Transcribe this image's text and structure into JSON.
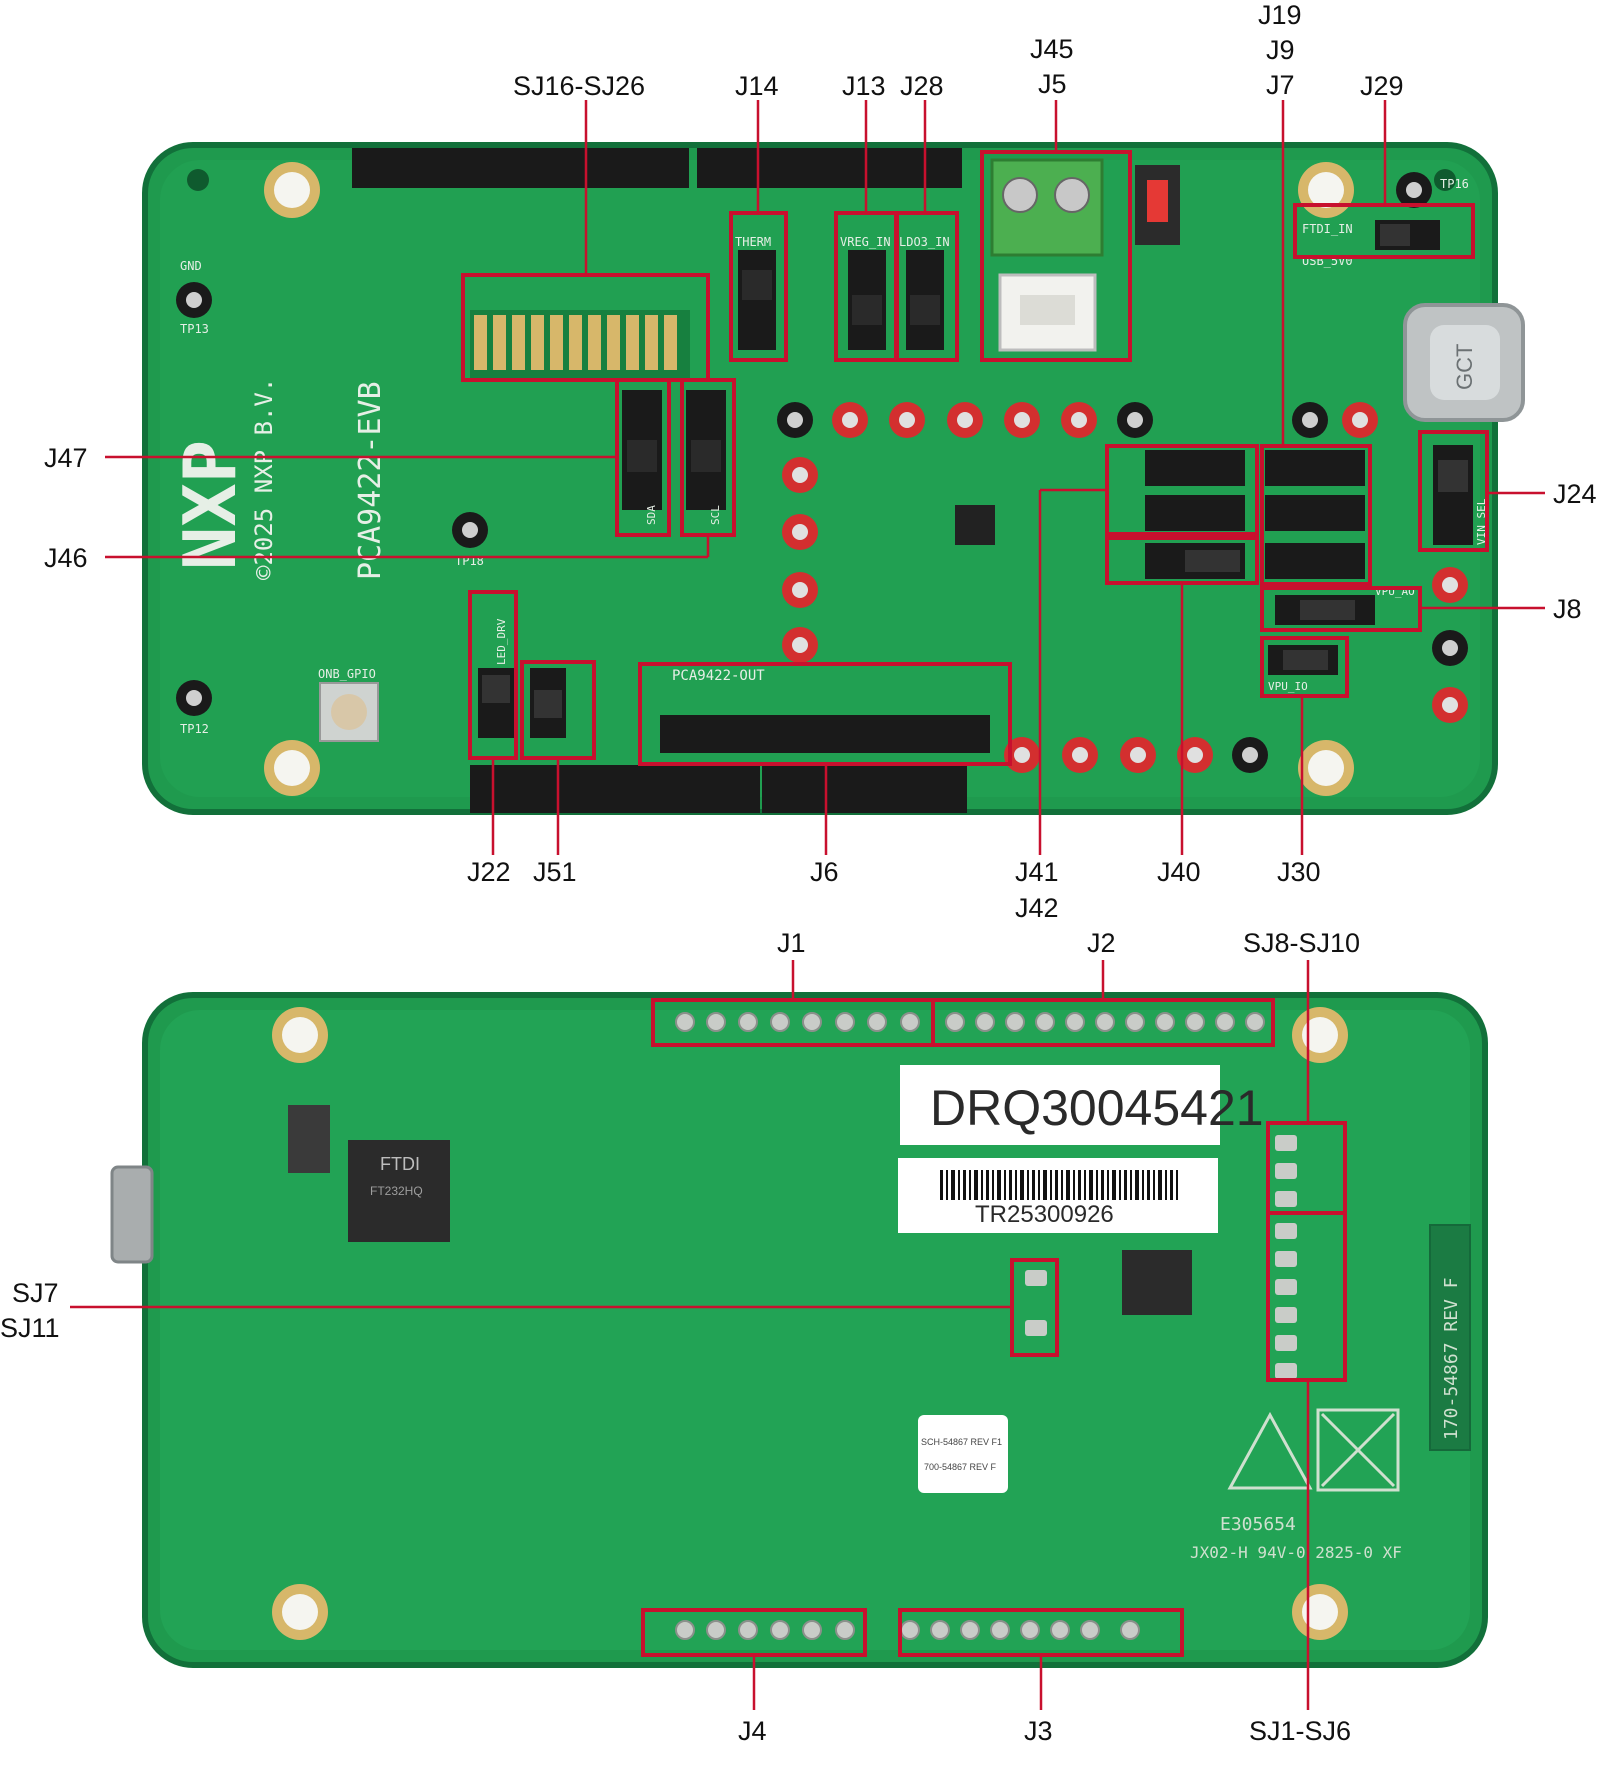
{
  "colors": {
    "pcb": "#1f9a4e",
    "pcb_dark": "#17803f",
    "pcb_edge": "#12703a",
    "highlight": "#c8102e",
    "label_text": "#111111",
    "silkscreen": "#e6efe6",
    "pad_gold": "#d7b76a",
    "header_black": "#1a1a1a"
  },
  "top_board": {
    "callouts": {
      "sj16_sj26": "SJ16-SJ26",
      "j14": "J14",
      "j13": "J13",
      "j28": "J28",
      "j45": "J45",
      "j5": "J5",
      "j19": "J19",
      "j9": "J9",
      "j7": "J7",
      "j29": "J29",
      "j47": "J47",
      "j46": "J46",
      "j24": "J24",
      "j8": "J8",
      "j22": "J22",
      "j51": "J51",
      "j6": "J6",
      "j41": "J41",
      "j42": "J42",
      "j40": "J40",
      "j30": "J30"
    },
    "silkscreen": {
      "brand": "NXP",
      "copyright": "©2025 NXP B.V.",
      "board_name": "PCA9422-EVB",
      "header_out": "PCA9422-OUT",
      "therm": "THERM",
      "vreg_in": "VREG_IN",
      "ldo3_in": "LDO3_IN",
      "ftdi_in": "FTDI_IN",
      "usb_5v0": "USB_5V0",
      "vin_sel": "VIN_SEL",
      "vpu_ao": "VPU_AO",
      "vpu_io": "VPU_IO",
      "led_drv": "LED_DRV",
      "sda": "SDA",
      "scl": "SCL",
      "onb_gpio": "ONB_GPIO",
      "usb_c": "GCT",
      "gnd": "GND",
      "tp13": "TP13",
      "tp18": "TP18",
      "tp12": "TP12",
      "tp16": "TP16"
    }
  },
  "bottom_board": {
    "callouts": {
      "j1": "J1",
      "j2": "J2",
      "sj8_sj10": "SJ8-SJ10",
      "sj7": "SJ7",
      "sj11": "SJ11",
      "j4": "J4",
      "j3": "J3",
      "sj1_sj6": "SJ1-SJ6"
    },
    "stickers": {
      "serial": "DRQ30045421",
      "barcode_text": "TR25300926",
      "sch_line1": "SCH-54867 REV F1",
      "sch_line2": "700-54867 REV F"
    },
    "silkscreen": {
      "rev": "170-54867 REV F",
      "ul": "E305654",
      "rating": "JX02-H 94V-0 2825-0 XF",
      "ftdi": "FTDI",
      "ic_code": "FT232HQ"
    }
  }
}
